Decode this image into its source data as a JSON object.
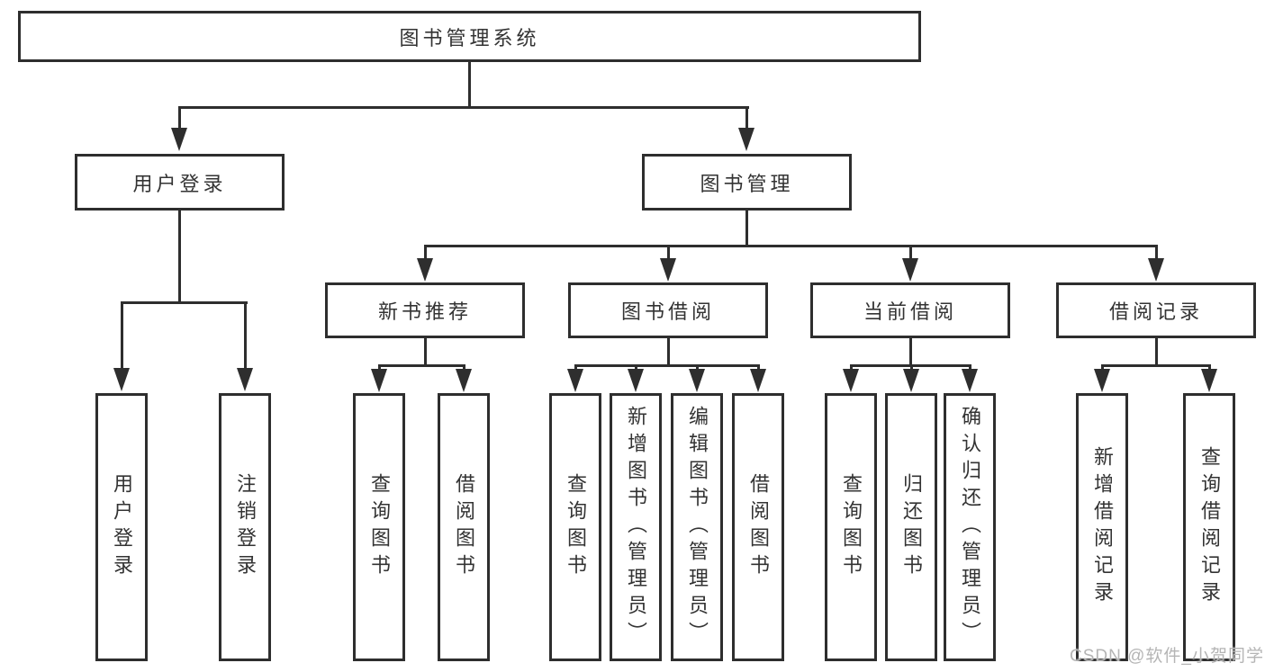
{
  "diagram_title": "图书管理系统",
  "tree": {
    "label": "图书管理系统",
    "children": [
      {
        "label": "用户登录",
        "children": [
          {
            "label": "用户登录"
          },
          {
            "label": "注销登录"
          }
        ]
      },
      {
        "label": "图书管理",
        "children": [
          {
            "label": "新书推荐",
            "children": [
              {
                "label": "查询图书"
              },
              {
                "label": "借阅图书"
              }
            ]
          },
          {
            "label": "图书借阅",
            "children": [
              {
                "label": "查询图书"
              },
              {
                "label": "新增图书（管理员）"
              },
              {
                "label": "编辑图书（管理员）"
              },
              {
                "label": "借阅图书"
              }
            ]
          },
          {
            "label": "当前借阅",
            "children": [
              {
                "label": "查询图书"
              },
              {
                "label": "归还图书"
              },
              {
                "label": "确认归还（管理员）"
              }
            ]
          },
          {
            "label": "借阅记录",
            "children": [
              {
                "label": "新增借阅记录"
              },
              {
                "label": "查询借阅记录"
              }
            ]
          }
        ]
      }
    ]
  },
  "watermark": "CSDN @软件_小贺同学",
  "colors": {
    "line": "#2e2e2e",
    "text": "#333333",
    "background": "#ffffff",
    "watermark": "#b5b5b5"
  }
}
